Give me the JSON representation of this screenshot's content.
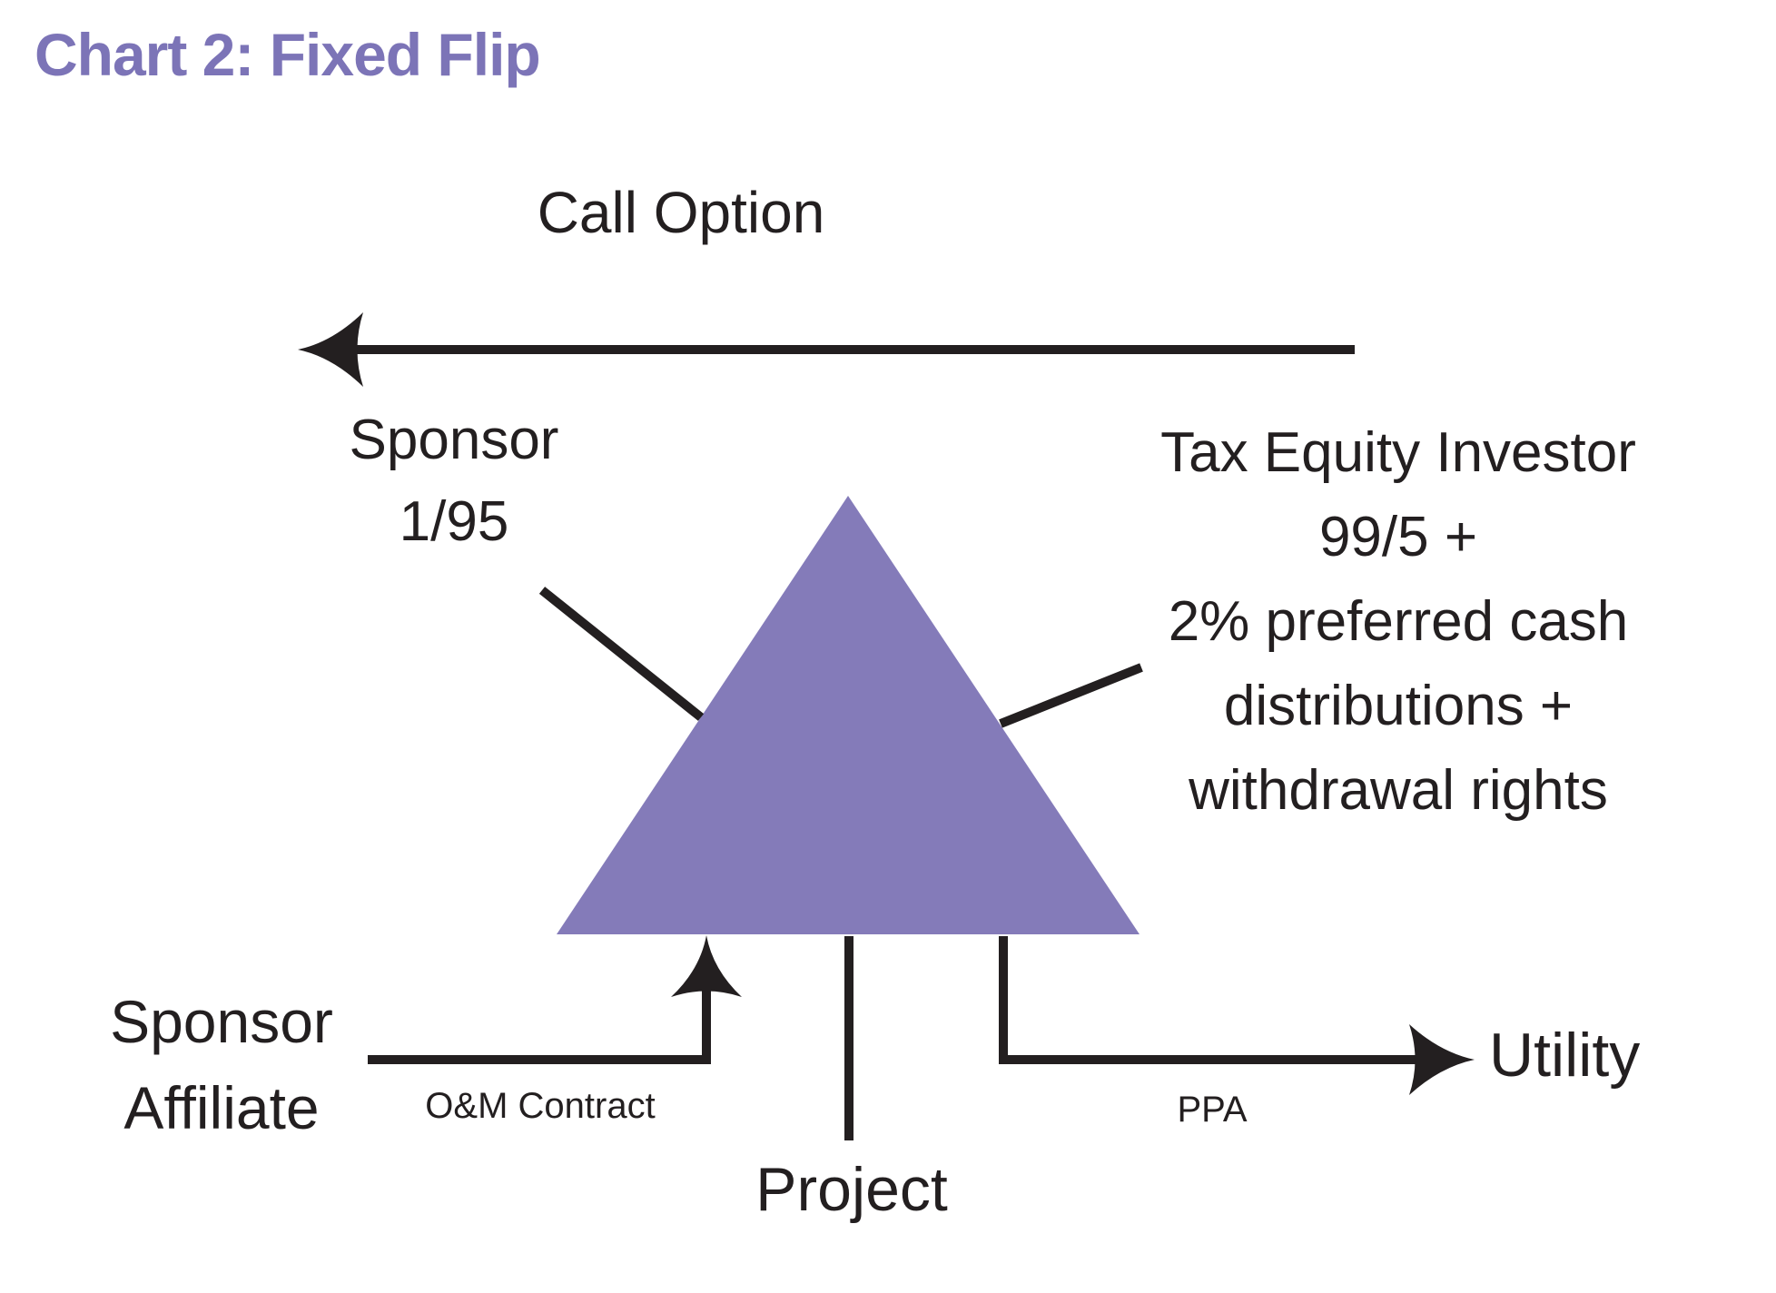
{
  "title": "Chart 2: Fixed Flip",
  "colors": {
    "title_purple": "#7C74B7",
    "triangle_purple": "#847BB9",
    "ink": "#231F20"
  },
  "nodes": {
    "partnership_triangle": "partnership (triangle)",
    "sponsor": {
      "line1": "Sponsor",
      "line2": "1/95"
    },
    "tax_equity_investor": {
      "lines": [
        "Tax Equity Investor",
        "99/5 +",
        "2% preferred cash",
        "distributions +",
        "withdrawal rights"
      ]
    },
    "sponsor_affiliate": {
      "line1": "Sponsor",
      "line2": "Affiliate"
    },
    "project": "Project",
    "utility": "Utility"
  },
  "edges": {
    "call_option": "Call Option",
    "om_contract": "O&M Contract",
    "ppa": "PPA"
  }
}
